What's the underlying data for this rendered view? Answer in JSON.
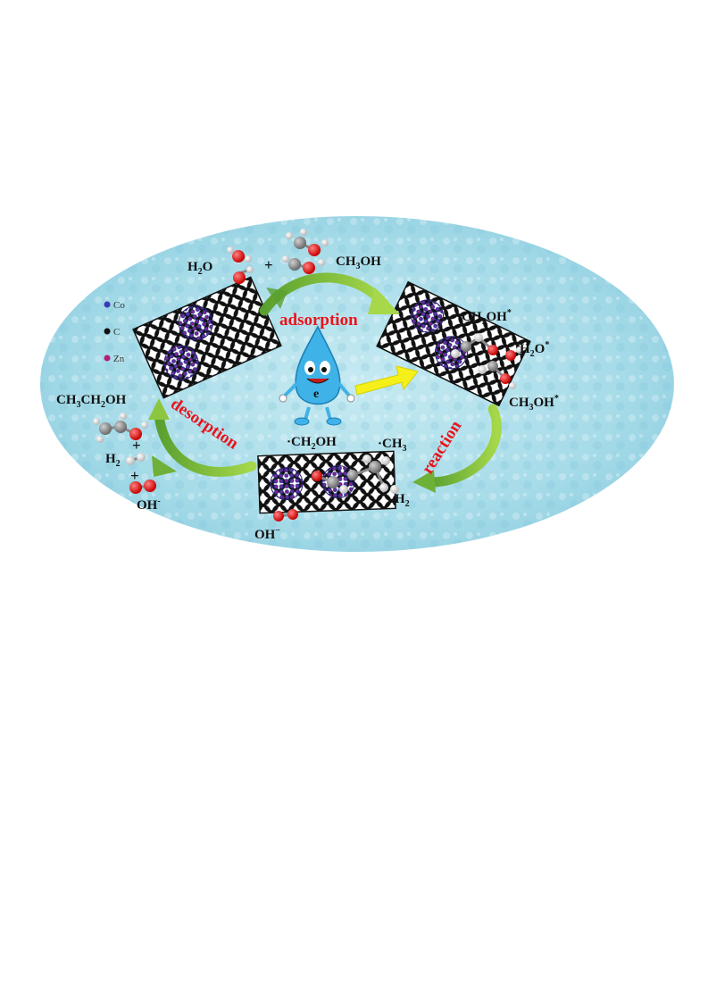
{
  "legend": [
    {
      "label": "Co",
      "color": "#3a3ab8"
    },
    {
      "label": "C",
      "color": "#111111"
    },
    {
      "label": "Zn",
      "color": "#b0207a"
    }
  ],
  "stages": {
    "adsorption": "adsorption",
    "reaction": "reaction",
    "desorption": "desorption"
  },
  "molecules": {
    "h2o_in": {
      "base": "H",
      "sub": "2",
      "rest": "O"
    },
    "plus_top": "+",
    "ch3oh_in": {
      "base": "CH",
      "sub": "3",
      "rest": "OH"
    },
    "ch3oh_ads_1": {
      "base": "CH",
      "sub": "3",
      "rest": "OH",
      "sup": "*"
    },
    "h2o_ads": {
      "base": "H",
      "sub": "2",
      "rest": "O",
      "sup": "*"
    },
    "ch3oh_ads_2": {
      "base": "CH",
      "sub": "3",
      "rest": "OH",
      "sup": "*"
    },
    "ch2oh_radical": {
      "base": "·CH",
      "sub": "2",
      "rest": "OH"
    },
    "ch3_radical": {
      "base": "·CH",
      "sub": "3",
      "rest": ""
    },
    "h2_reaction": {
      "base": "H",
      "sub": "2",
      "rest": ""
    },
    "oh_reaction": {
      "base": "OH",
      "sub": "",
      "rest": "",
      "sup": "−"
    },
    "ethanol_out": {
      "base": "CH",
      "sub": "3",
      "rest": "CH",
      "sub2": "2",
      "rest2": "OH"
    },
    "plus_1": "+",
    "h2_out": {
      "base": "H",
      "sub": "2",
      "rest": ""
    },
    "plus_2": "+",
    "oh_out": {
      "base": "OH",
      "sub": "",
      "rest": "",
      "sup": "-"
    }
  },
  "electron_label": "e",
  "colors": {
    "background": "#a6dbe8",
    "stage_text": "#e8141c",
    "arrow_green": "#8cc63f",
    "arrow_yellow": "#f5f01a",
    "droplet": "#3fb2e8"
  }
}
